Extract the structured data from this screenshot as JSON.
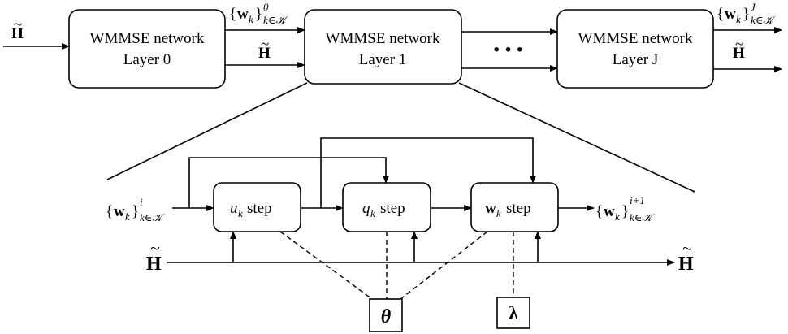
{
  "layers": {
    "layer0": {
      "line1": "WMMSE network",
      "line2": "Layer 0"
    },
    "layer1": {
      "line1": "WMMSE network",
      "line2": "Layer 1"
    },
    "layerJ": {
      "line1": "WMMSE network",
      "line2": "Layer J"
    }
  },
  "ellipsis": "···",
  "steps": {
    "u": {
      "var": "u",
      "sub": "k",
      "label": "step"
    },
    "q": {
      "var": "q",
      "sub": "k",
      "label": "step"
    },
    "w": {
      "var": "w",
      "sub": "k",
      "label": "step"
    }
  },
  "symbols": {
    "H": "H",
    "tilde": "~",
    "w": "w",
    "k": "k",
    "set_sub": "k∈𝒦",
    "sup0": "0",
    "supJ": "J",
    "supi": "i",
    "supi1": "i+1",
    "lbrace": "{",
    "rbrace": "}",
    "theta": "θ",
    "lambda": "λ"
  }
}
